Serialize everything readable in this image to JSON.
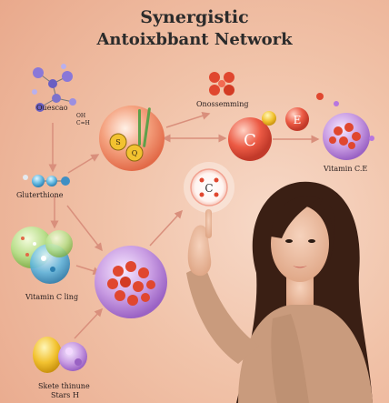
{
  "title_line1": "Synergistic",
  "title_line2": "Antoixbbant Network",
  "labels": {
    "top_left_molecule": "Ouescao",
    "glutathione": "Gluterthione",
    "vitamin_c_ling": "Vitamin C ling",
    "bottom_left_line1": "Skete thinune",
    "bottom_left_line2": "Stars H",
    "top_center": "Onossemming",
    "vitamin_ce": "Vitamin C.E",
    "molecule_text_1": "S",
    "molecule_text_2": "Q",
    "vitamin_c_sphere": "C",
    "vitamin_e_sphere": "E",
    "pointed_sphere": "C",
    "small_mol_1": "OH",
    "small_mol_2": "C=H"
  },
  "colors": {
    "background": "#f1c3a9",
    "arrow": "#d98f7c",
    "purple_sphere": "#c79be0",
    "red_sphere": "#e8553f",
    "orange_sphere": "#f08b6a"
  }
}
